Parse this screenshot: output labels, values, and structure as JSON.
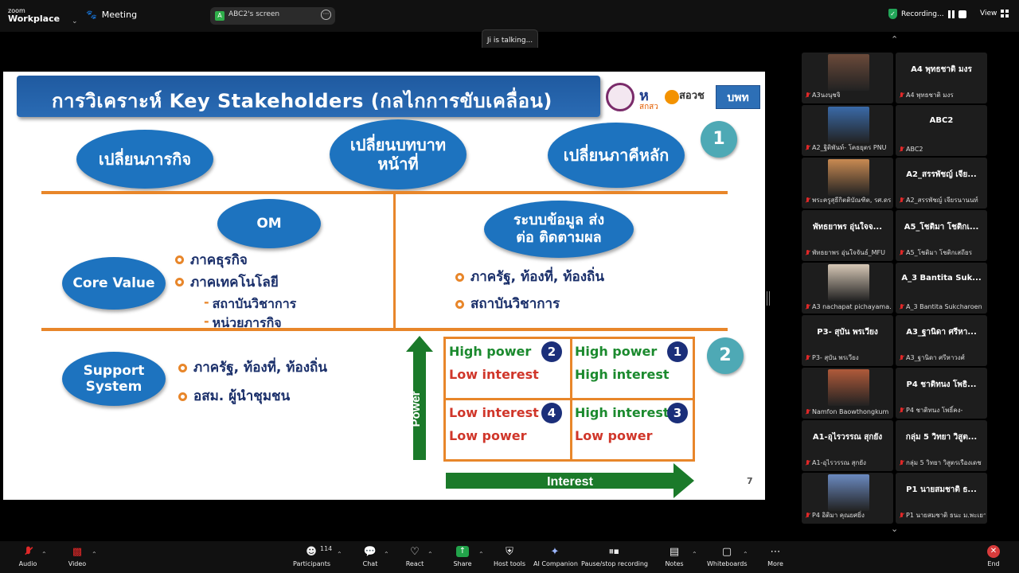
{
  "app": {
    "logo_line1": "zoom",
    "logo_line2": "Workplace",
    "meeting_label": "Meeting"
  },
  "share_pill": {
    "badge": "A",
    "label": "ABC2's screen",
    "more": "···"
  },
  "status": {
    "recording": "Recording...",
    "view": "View"
  },
  "talking": "Ji is talking...",
  "slide": {
    "title": "การวิเคราะห์ Key Stakeholders (กลไกการขับเคลื่อน)",
    "logos": {
      "l2_top": "ห",
      "l2_bottom": "สกสว",
      "l3": "สอวช",
      "l4": "บพท"
    },
    "circle1": "1",
    "circle2": "2",
    "top_ovals": [
      "เปลี่ยนภารกิจ",
      "เปลี่ยนบทบาท หน้าที่",
      "เปลี่ยนภาคีหลัก"
    ],
    "om": "OM",
    "info_system": "ระบบข้อมูล ส่งต่อ ติดตามผล",
    "core_value": "Core Value",
    "core_bullets": [
      "ภาคธุรกิจ",
      "ภาคเทคโนโลยี"
    ],
    "core_subs": [
      "สถาบันวิชาการ",
      "หน่วยภารกิจ"
    ],
    "info_bullets": [
      "ภาครัฐ, ท้องที่, ท้องถิ่น",
      "สถาบันวิชาการ"
    ],
    "support_system": "Support System",
    "support_bullets": [
      "ภาครัฐ, ท้องที่, ท้องถิ่น",
      "อสม. ผู้นำชุมชน"
    ],
    "power_label": "Power",
    "interest_label": "Interest",
    "matrix": [
      {
        "line1": "High power",
        "line2": "Low interest",
        "num": "2"
      },
      {
        "line1": "High power",
        "line2": "High interest",
        "num": "1"
      },
      {
        "line1": "Low interest",
        "line2": "Low power",
        "num": "4"
      },
      {
        "line1": "High interest",
        "line2": "Low power",
        "num": "3"
      }
    ],
    "page_number": "7"
  },
  "participants": [
    {
      "big": "A4 พุทธชาติ มงร",
      "left_cap": "A3นงนุชจิ",
      "right_cap": "A4 พุทธชาติ มงร",
      "left_photo": true
    },
    {
      "big": "ABC2",
      "left_cap": "A2_ฐิติพันท์- โคธยุตร PNU",
      "right_cap": "ABC2",
      "left_photo": true
    },
    {
      "big": "A2_สรรพัชญ์ เจีย...",
      "left_cap": "พระครูสุธีกิตติบัณฑิต, รศ.ดร.",
      "right_cap": "A2_สรรพัชญ์ เจียรนานนท์",
      "left_photo": true
    },
    {
      "left_big": "พัทธยาพร อุ่นใจจ...",
      "big": "A5_โชติมา โชติกเ...",
      "left_cap": "พัทธยาพร อุ่นใจจันธ์_MFU",
      "right_cap": "A5_โชติมา โชติกเสถียร",
      "left_photo": false
    },
    {
      "big": "A_3 Bantita Suk...",
      "left_cap": "A3 nachapat pichayama...",
      "right_cap": "A_3 Bantita Sukcharoen",
      "left_photo": true
    },
    {
      "left_big": "P3- สุบัน พรเวียง",
      "big": "A3_ฐานิดา ศรีหา...",
      "left_cap": "P3- สุบัน พรเวียง",
      "right_cap": "A3_ฐานิดา ศรีหาวงศ์",
      "left_photo": false
    },
    {
      "big": "P4 ชาติทนง โพธิ...",
      "left_cap": "Namfon Baowthongkum",
      "right_cap": "P4 ชาติทนง โพธิ์คง-",
      "left_photo": true
    },
    {
      "left_big": "A1-อุไรวรรณ สุกยัง",
      "big": "กลุ่ม 5 วิทยา วิสูต...",
      "left_cap": "A1-อุไรวรรณ สุกยัง",
      "right_cap": "กลุ่ม 5 วิทยา วิสูตรเรืองเดช",
      "left_photo": false
    },
    {
      "big": "P1 นายสมชาติ ธ...",
      "left_cap": "P4 อิติมา คุณยศยิ่ง",
      "right_cap": "P1 นายสมชาติ ธนะ ม.พะเยา",
      "left_photo": true
    }
  ],
  "toolbar": {
    "audio": "Audio",
    "video": "Video",
    "participants": "Participants",
    "participants_count": "114",
    "chat": "Chat",
    "react": "React",
    "share": "Share",
    "host_tools": "Host tools",
    "ai_companion": "AI Companion",
    "pause_recording": "Pause/stop recording",
    "notes": "Notes",
    "whiteboards": "Whiteboards",
    "more": "More",
    "end": "End"
  },
  "colors": {
    "slide_blue": "#1d73bf",
    "orange": "#e8862a",
    "green": "#1b8a2e",
    "red": "#d0362a",
    "teal": "#4ea9b5",
    "navy": "#1b2f7a"
  }
}
